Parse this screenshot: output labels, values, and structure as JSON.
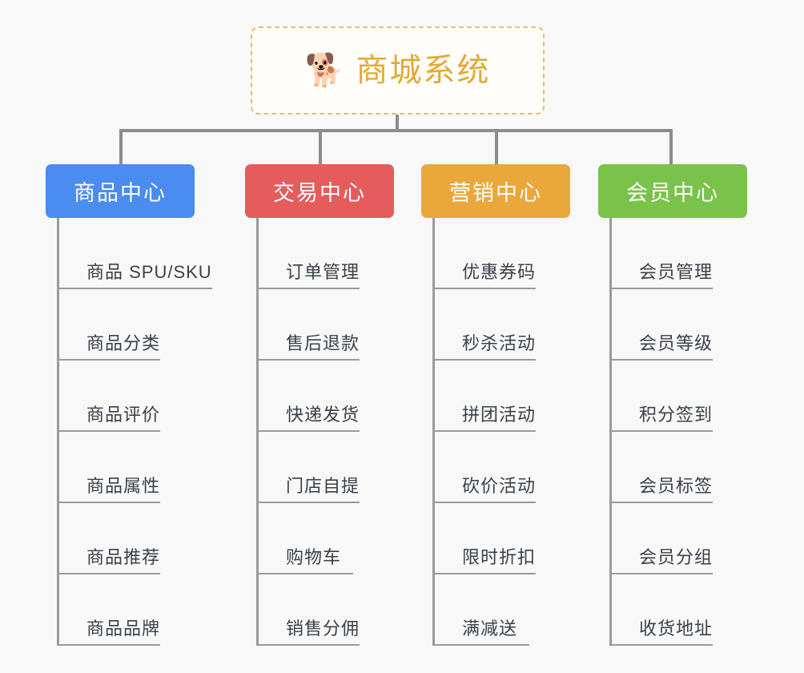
{
  "background_color": "#f8f8f8",
  "root": {
    "icon": "shiba-dog-emoji",
    "icon_glyph": "🐕",
    "title": "商城系统",
    "title_color": "#e3a935",
    "border_color": "#e9bc72",
    "border_style": "dashed"
  },
  "connector": {
    "color": "#8c8c8c"
  },
  "columns": [
    {
      "id": "product-center",
      "title": "商品中心",
      "color": "#4a8cf0",
      "items": [
        "商品 SPU/SKU",
        "商品分类",
        "商品评价",
        "商品属性",
        "商品推荐",
        "商品品牌"
      ]
    },
    {
      "id": "trade-center",
      "title": "交易中心",
      "color": "#e45c5c",
      "items": [
        "订单管理",
        "售后退款",
        "快递发货",
        "门店自提",
        "购物车",
        "销售分佣"
      ]
    },
    {
      "id": "marketing-center",
      "title": "营销中心",
      "color": "#eaa83c",
      "items": [
        "优惠券码",
        "秒杀活动",
        "拼团活动",
        "砍价活动",
        "限时折扣",
        "满减送"
      ]
    },
    {
      "id": "member-center",
      "title": "会员中心",
      "color": "#7ac34a",
      "items": [
        "会员管理",
        "会员等级",
        "积分签到",
        "会员标签",
        "会员分组",
        "收货地址"
      ]
    }
  ]
}
